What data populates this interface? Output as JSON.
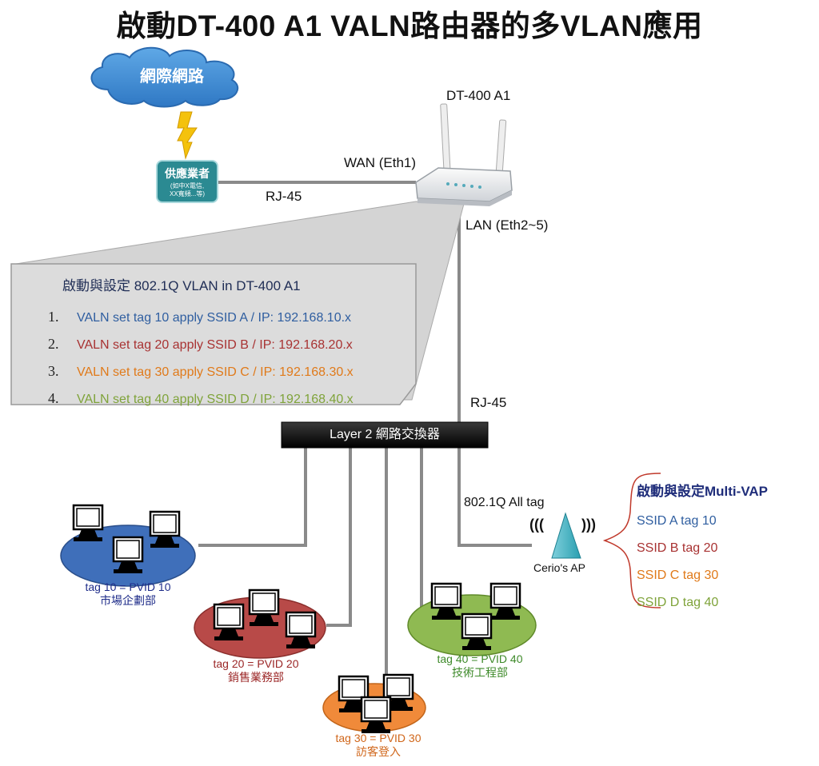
{
  "title": "啟動DT-400 A1 VALN路由器的多VLAN應用",
  "internet": {
    "label": "網際網路"
  },
  "isp": {
    "title": "供應業者",
    "note_line1": "(如中X電信,",
    "note_line2": "XX寬頻...等)"
  },
  "router": {
    "model": "DT-400 A1",
    "wan_label": "WAN (Eth1)",
    "lan_label": "LAN (Eth2~5)",
    "wan_cable": "RJ-45",
    "lan_cable": "RJ-45"
  },
  "vlan_panel": {
    "heading": "啟動與設定 802.1Q VLAN in DT-400 A1",
    "items": [
      {
        "num": "1.",
        "text": "VALN set tag 10 apply SSID A / IP: 192.168.10.x",
        "color": "#2f5ea0"
      },
      {
        "num": "2.",
        "text": "VALN set tag 20 apply SSID B / IP: 192.168.20.x",
        "color": "#a83232"
      },
      {
        "num": "3.",
        "text": "VALN set tag 30 apply SSID C / IP: 192.168.30.x",
        "color": "#e07a1a"
      },
      {
        "num": "4.",
        "text": "VALN set tag 40 apply SSID D / IP: 192.168.40.x",
        "color": "#7fa33a"
      }
    ]
  },
  "switch": {
    "label": "Layer 2 網路交換器"
  },
  "ap": {
    "label": "Cerio's AP",
    "uplink_label": "802.1Q All tag",
    "signal_left": "(((",
    "signal_right": ")))"
  },
  "multi_vap": {
    "title": "啟動與設定Multi-VAP",
    "items": [
      {
        "text": "SSID A tag 10",
        "color": "#2f5ea0"
      },
      {
        "text": "SSID B tag 20",
        "color": "#a83232"
      },
      {
        "text": "SSID C tag 30",
        "color": "#e07a1a"
      },
      {
        "text": "SSID D tag 40",
        "color": "#7fa33a"
      }
    ]
  },
  "groups": [
    {
      "tag": "tag 10 = PVID 10",
      "dept": "市場企劃部",
      "fill": "#3f6fba",
      "text_color": "#1f2d8a"
    },
    {
      "tag": "tag 20 = PVID 20",
      "dept": "銷售業務部",
      "fill": "#b84a48",
      "text_color": "#9b2626"
    },
    {
      "tag": "tag 30 = PVID 30",
      "dept": "訪客登入",
      "fill": "#f08a3a",
      "text_color": "#d0661a"
    },
    {
      "tag": "tag 40 = PVID 40",
      "dept": "技術工程部",
      "fill": "#8fba52",
      "text_color": "#3e8a2a"
    }
  ]
}
